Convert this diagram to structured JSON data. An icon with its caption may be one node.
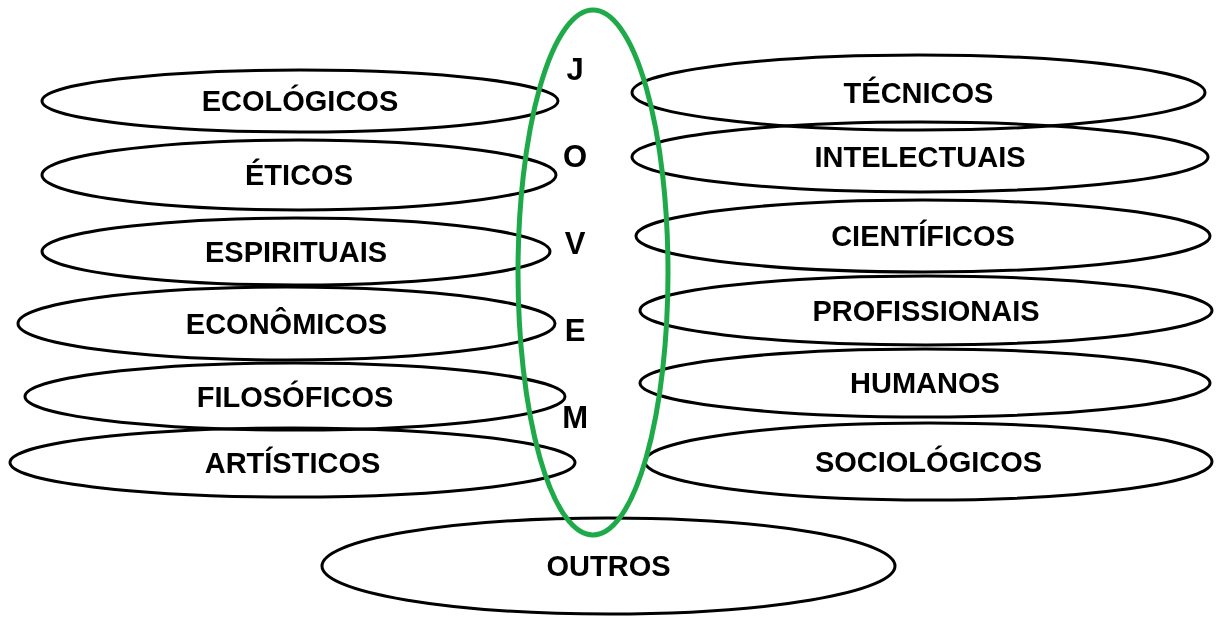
{
  "diagram": {
    "nodes": [
      {
        "text": [
          "J O V E M"
        ]
      },
      {
        "text": [
          "ECOLÓGICOS"
        ]
      },
      {
        "text": [
          "ÉTICOS"
        ]
      },
      {
        "text": [
          "ESPIRITUAIS"
        ]
      },
      {
        "text": [
          "ECONÔMICOS"
        ]
      },
      {
        "text": [
          "FILOSÓFICOS"
        ]
      },
      {
        "text": [
          "ARTÍSTICOS"
        ]
      },
      {
        "text": [
          "TÉCNICOS"
        ]
      },
      {
        "text": [
          "INTELECTUAIS"
        ]
      },
      {
        "text": [
          "CIENTÍFICOS"
        ]
      },
      {
        "text": [
          "PROFISSIONAIS"
        ]
      },
      {
        "text": [
          "HUMANOS"
        ]
      },
      {
        "text": [
          "SOCIOLÓGICOS"
        ]
      },
      {
        "text": [
          "OUTROS"
        ]
      }
    ],
    "edges": []
  }
}
